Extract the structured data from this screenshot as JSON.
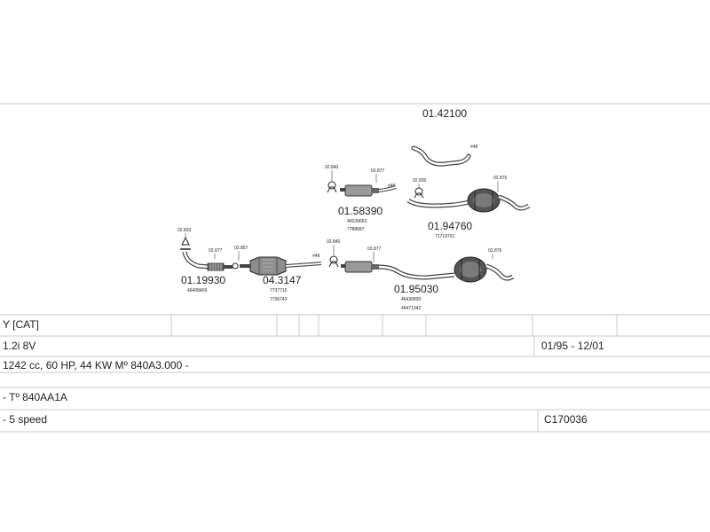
{
  "parts": {
    "p1": {
      "code": "01.42100",
      "clamp": "#48"
    },
    "p2": {
      "code": "01.58390",
      "refs": [
        "46539653",
        "7788687"
      ],
      "clamp_a": "02.840",
      "clamp_b": "02.877",
      "clamp_c": "#48"
    },
    "p3": {
      "code": "01.94760",
      "refs": [
        "71719701"
      ],
      "clamp_a": "02.835",
      "clamp_b": "02.875"
    },
    "p4": {
      "code": "01.19930",
      "refs": [
        "46408409"
      ],
      "clamp_a": "02.833",
      "clamp_b": "02.877"
    },
    "p5": {
      "code": "04.3147",
      "refs": [
        "7737715",
        "7736743"
      ],
      "clamp_a": "02.857",
      "clamp_b": "#48"
    },
    "p6": {
      "code": "01.95030",
      "refs": [
        "46430830",
        "46471342"
      ],
      "clamp_a": "02.840",
      "clamp_b": "02.877",
      "clamp_c": "02.876"
    }
  },
  "table": {
    "row1": {
      "c1": "Y [CAT]"
    },
    "row2": {
      "c1": "1.2i  8V",
      "c2": "01/95 - 12/01"
    },
    "row3": {
      "c1": "1242 cc, 60 HP, 44 KW  Mº 840A3.000 -"
    },
    "row4": {
      "c1": "- Tº 840AA1A"
    },
    "row5": {
      "c1": "- 5 speed",
      "c2": "C170036"
    }
  }
}
